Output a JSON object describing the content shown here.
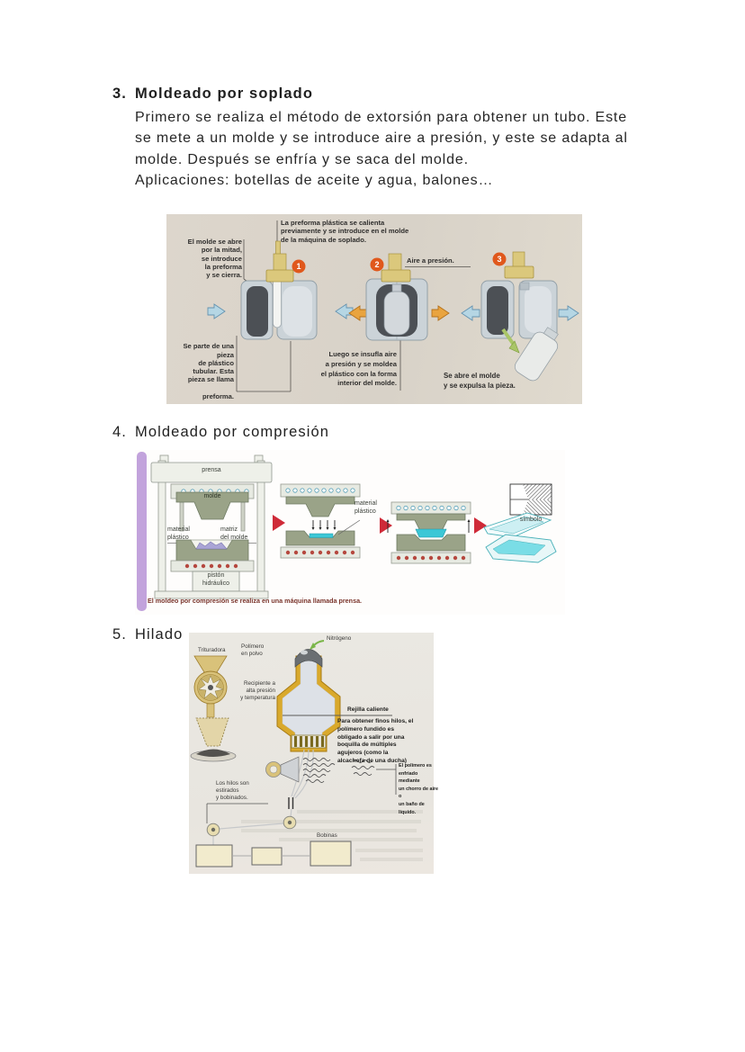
{
  "sections": {
    "s3": {
      "number": "3.",
      "title": "Moldeado por soplado",
      "body": "Primero se realiza el método de extorsión para obtener un tubo. Este\nse mete a un molde y se introduce aire a presión, y este se adapta al\nmolde. Después se enfría y se saca del molde.",
      "applications": "Aplicaciones: botellas de aceite y agua, balones…"
    },
    "s4": {
      "number": "4.",
      "title": "Moldeado por compresión"
    },
    "s5": {
      "number": "5.",
      "title": "Hilado"
    }
  },
  "soplado_diagram": {
    "steps": [
      "1",
      "2",
      "3"
    ],
    "top_label": "La preforma plástica se calienta\npreviamente y se introduce en el molde\nde la máquina de soplado.",
    "left_label": "El molde se abre\npor la mitad,\nse introduce\nla preforma\ny se cierra.",
    "air_label": "Aire a presión.",
    "bottom_left_label": "Se parte de una\npieza\nde plástico\ntubular. Esta\npieza se llama",
    "bottom_left_bold": "preforma.",
    "center_label": "Luego se insufla aire\na presión y se moldea\nel plástico con la forma\ninterior del molde.",
    "right_label": "Se abre el molde\ny se expulsa la pieza."
  },
  "compresion_diagram": {
    "prensa": "prensa",
    "molde": "molde",
    "material_plastico": "material\nplástico",
    "matriz_molde": "matriz\ndel molde",
    "piston": "pistón\nhidráulico",
    "material_plastico2": "material\nplástico",
    "simbolo": "símbolo",
    "caption": "El moldeo por compresión se realiza en una máquina llamada prensa."
  },
  "hilado_diagram": {
    "trituradora": "Trituradora",
    "polimero_polvo": "Polímero\nen polvo",
    "nitrogeno": "Nitrógeno",
    "recipiente": "Recipiente a\nalta presión\ny temperatura",
    "rejilla": "Rejilla caliente",
    "boquilla_text": "Para obtener finos hilos, el\npolímero fundido es\nobligado a salir por una\nboquilla de múltiples\nagujeros (como la\nalcachofa de una ducha)",
    "enfriado_text": "El polímero es\nenfriado mediante\nun chorro de aire o\nun baño de líquido.",
    "hilos_text": "Los hilos son\nestirados\ny bobinados.",
    "bobinas": "Bobinas"
  },
  "colors": {
    "accent_purple": "#c2a3dc",
    "step_orange": "#e0581c",
    "mold_grey": "#cbd3d8",
    "mold_green": "#9aa388",
    "cyan_material": "#3cc7d6",
    "gold_vessel": "#d9a92c",
    "caption_maroon": "#7a352c"
  }
}
